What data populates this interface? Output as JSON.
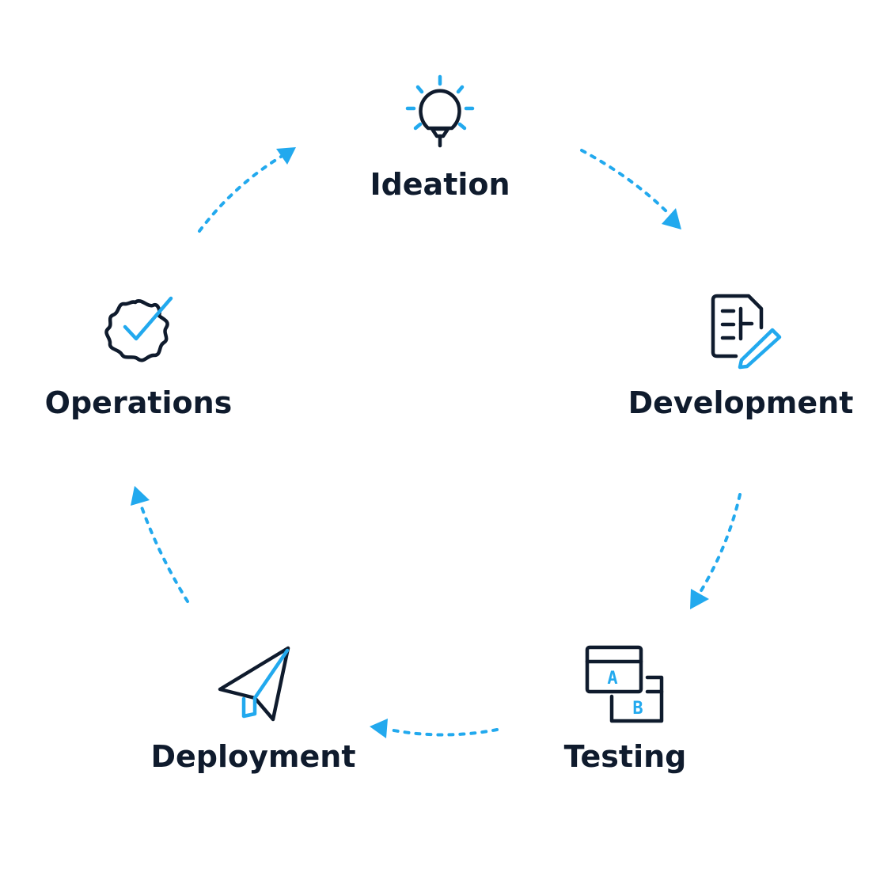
{
  "colors": {
    "ink": "#0f1b2d",
    "accent": "#22a9ee"
  },
  "cycle": {
    "stages": [
      {
        "id": "ideation",
        "label": "Ideation",
        "icon": "lightbulb-icon"
      },
      {
        "id": "development",
        "label": "Development",
        "icon": "document-pen-icon"
      },
      {
        "id": "testing",
        "label": "Testing",
        "icon": "ab-test-icon",
        "variants": [
          "A",
          "B"
        ]
      },
      {
        "id": "deployment",
        "label": "Deployment",
        "icon": "paper-plane-icon"
      },
      {
        "id": "operations",
        "label": "Operations",
        "icon": "gear-check-icon"
      }
    ],
    "flow": [
      {
        "from": "ideation",
        "to": "development"
      },
      {
        "from": "development",
        "to": "testing"
      },
      {
        "from": "testing",
        "to": "deployment"
      },
      {
        "from": "deployment",
        "to": "operations"
      },
      {
        "from": "operations",
        "to": "ideation"
      }
    ]
  }
}
